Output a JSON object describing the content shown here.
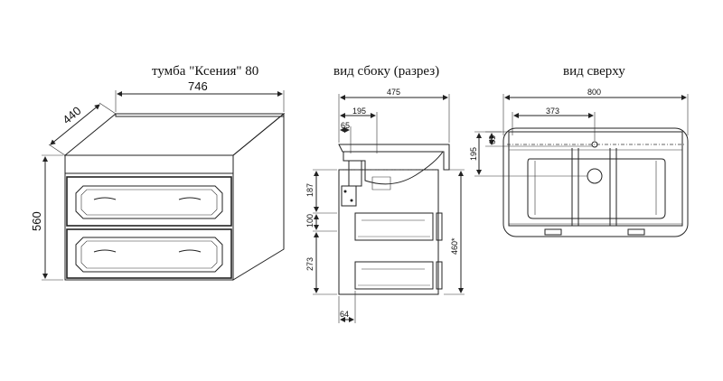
{
  "titles": {
    "front": "тумба \"Ксения\" 80",
    "side": "вид сбоку (разрез)",
    "top": "вид сверху"
  },
  "front_view": {
    "width": "746",
    "depth": "440",
    "height": "560"
  },
  "side_view": {
    "total_depth": "475",
    "depth_195": "195",
    "offset_65": "65",
    "h_187": "187",
    "h_100": "100",
    "h_273": "273",
    "h_460": "460*",
    "bottom_64": "64"
  },
  "top_view": {
    "width": "800",
    "center": "373",
    "d65": "65",
    "d195": "195"
  }
}
